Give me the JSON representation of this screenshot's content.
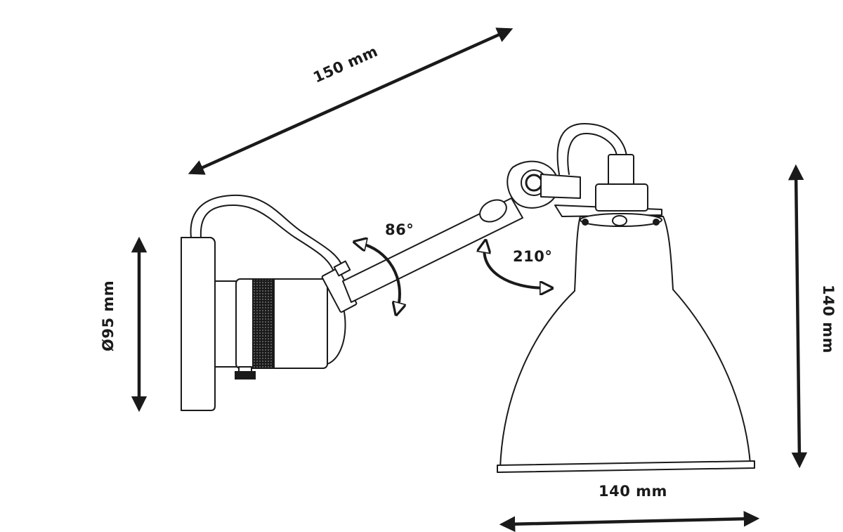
{
  "dimensions": {
    "arm_length": "150 mm",
    "base_diameter": "Ø95 mm",
    "shade_height": "140 mm",
    "shade_width": "140 mm"
  },
  "angles": {
    "arm_rotation": "86°",
    "shade_rotation": "210°"
  },
  "colors": {
    "line": "#1a1a1a",
    "background": "#ffffff"
  }
}
